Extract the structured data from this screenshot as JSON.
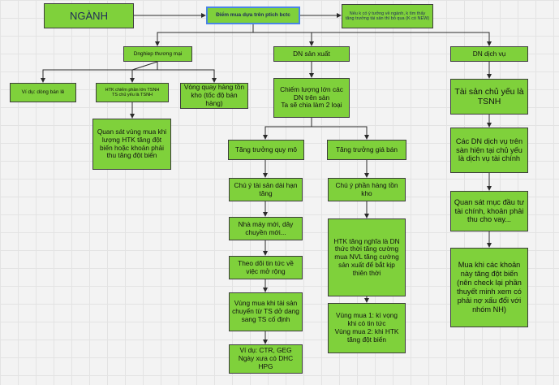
{
  "nodes": {
    "nganh": "NGÀNH",
    "diem_mua": "Điểm mua dựa trên ptich bctc",
    "neu_k": "Nếu k có ý tưởng về ngành, k tìm thấy tăng trưởng tài sản thì bỏ qua (K có NEW)",
    "thuong_mai": "Dnghiep thương mại",
    "san_xuat": "DN sản xuất",
    "dich_vu": "DN dịch vụ",
    "vidu_ble": "Ví dụ: dòng bán lẻ",
    "htk_tsnh": "HTK chiếm phần lớn TSNH\nTS chủ yếu là TSNH",
    "vong_quay": "Vòng quay hàng tồn kho (tốc độ bán hàng)",
    "quan_sat_htk": "Quan sát vùng mua khi lượng HTK tăng đột biến hoặc khoản phải thu tăng đột biến",
    "chiem_luong": "Chiếm lượng lớn các DN trên sàn\nTa sẽ chia làm 2 loại",
    "tt_quy_mo": "Tăng trưởng quy mô",
    "tt_gia_ban": "Tăng trưởng giá bán",
    "ts_dai_han": "Chú ý tài sản dài hạn tăng",
    "nha_may": "Nhà máy mới, dây chuyền mới...",
    "theo_doi": "Theo dõi tin tức về việc mở rộng",
    "vung_mua_ts": "Vùng mua khi tài sản chuyển từ TS dở dang sang TS cố định",
    "vidu_ctr": "Ví dụ: CTR, GEG\nNgày xưa có DHC HPG",
    "chu_y_htk": "Chú ý phần hàng tồn kho",
    "htk_tang": "HTK tăng nghĩa là DN thức thời tăng cường mua NVL tăng cường sản xuất để bắt kịp thiên thời",
    "vung_mua_12": "Vùng mua 1: kì vọng khi có tin tức\nVùng mua 2: khi HTK tăng đột biến",
    "ts_tsnh": "Tài sản chủ yếu là TSNH",
    "cac_dn_dv": "Các DN dịch vụ trên sàn hiện tại chủ yếu là dịch vụ tài chính",
    "quan_sat_dt": "Quan sát mục đầu tư tài chính, khoản phải thu cho vay...",
    "mua_khi": "Mua khi các khoản này tăng đột biến (nên check lại phần thuyết minh xem có phải nợ xấu đổi với nhóm NH)"
  },
  "colors": {
    "node_fill": "#7fd13b",
    "node_border": "#3d3d3d",
    "link": "#2b2b2b",
    "background": "#f3f3f3"
  }
}
